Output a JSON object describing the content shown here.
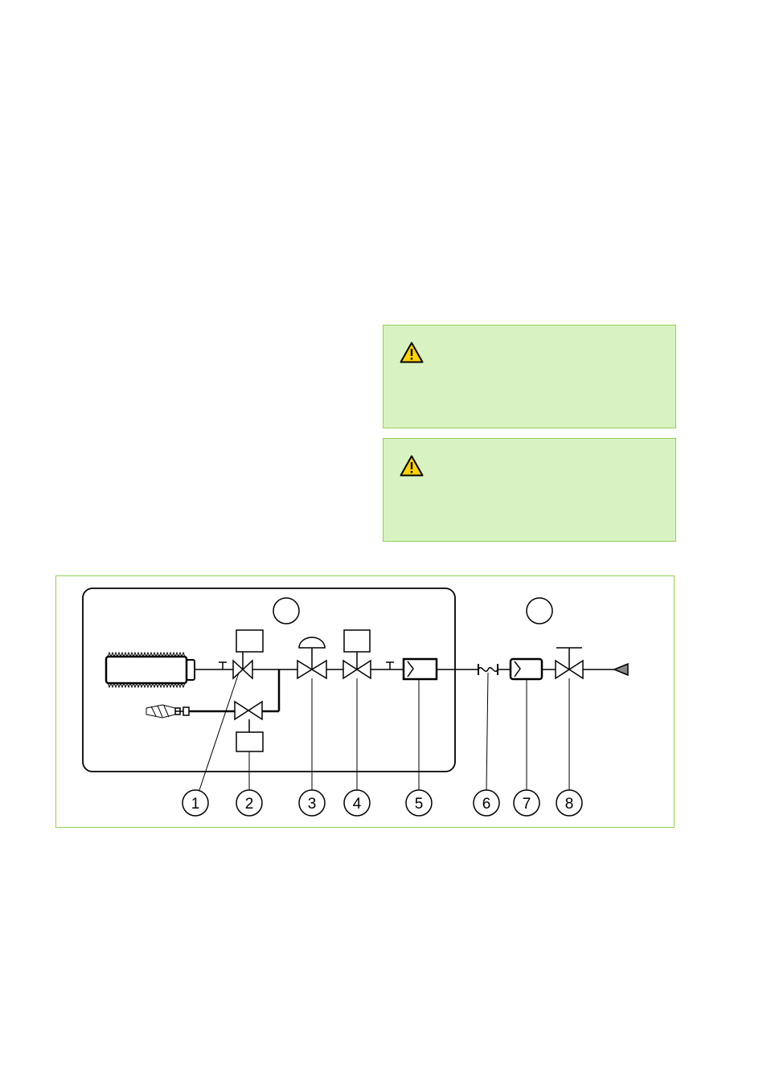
{
  "warnings": [
    {
      "icon": "warning-triangle-icon",
      "text": ""
    },
    {
      "icon": "warning-triangle-icon",
      "text": ""
    }
  ],
  "diagram": {
    "callouts": [
      "1",
      "2",
      "3",
      "4",
      "5",
      "6",
      "7",
      "8"
    ],
    "zone_markers": [
      "",
      ""
    ]
  },
  "colors": {
    "warning_background": "#d9f2c2",
    "warning_border": "#92d050",
    "warning_icon": "#ffd200"
  }
}
